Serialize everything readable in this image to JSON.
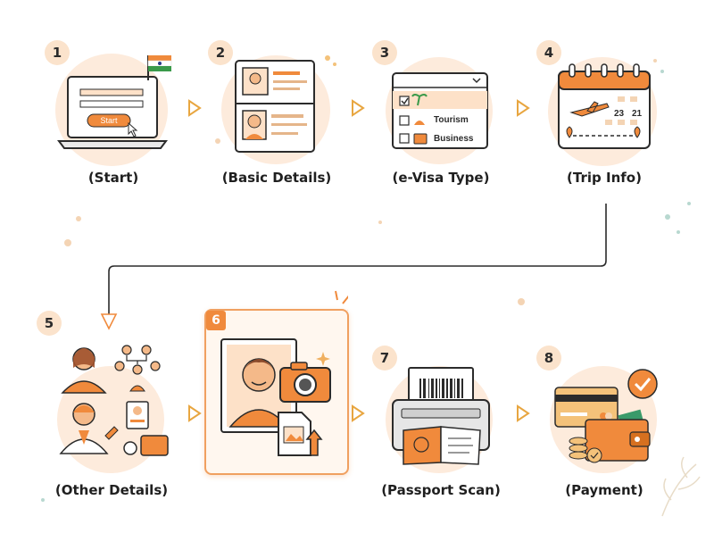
{
  "steps": [
    {
      "num": "1",
      "label": "(Start)"
    },
    {
      "num": "2",
      "label": "(Basic Details)"
    },
    {
      "num": "3",
      "label": "(e-Visa Type)"
    },
    {
      "num": "4",
      "label": "(Trip Info)"
    },
    {
      "num": "5",
      "label": "(Other Details)"
    },
    {
      "num": "6",
      "label": ""
    },
    {
      "num": "7",
      "label": "(Passport Scan)"
    },
    {
      "num": "8",
      "label": "(Payment)"
    }
  ],
  "start_button": "Start",
  "visa_options": [
    "Tourism",
    "Business"
  ],
  "calendar_dates": [
    "23",
    "21"
  ],
  "colors": {
    "accent": "#f08a3c",
    "soft": "#fdebdc",
    "dark": "#2b2b2b"
  }
}
